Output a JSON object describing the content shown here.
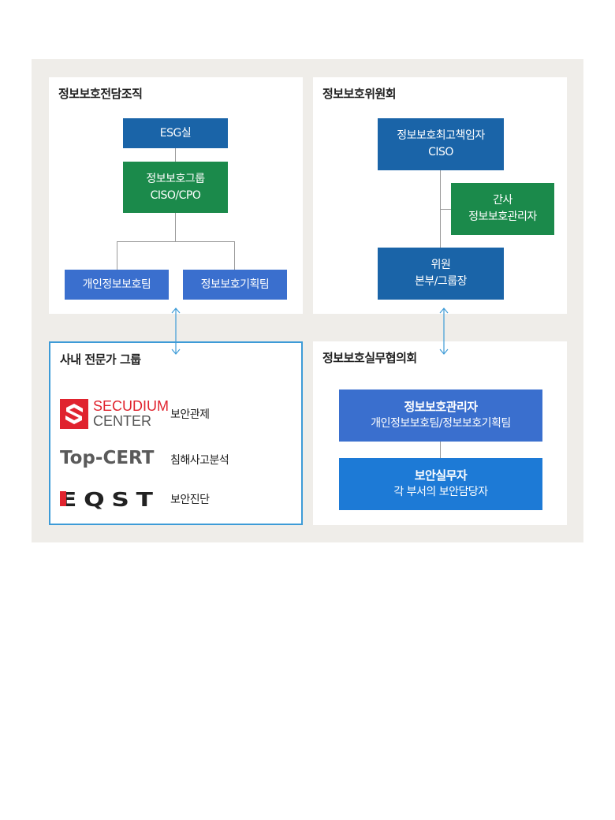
{
  "org_team": {
    "title": "정보보호전담조직",
    "esg": "ESG실",
    "group": [
      "정보보호그룹",
      "CISO/CPO"
    ],
    "team_privacy": "개인정보보호팀",
    "team_planning": "정보보호기획팀"
  },
  "committee": {
    "title": "정보보호위원회",
    "ciso": [
      "정보보호최고책임자",
      "CISO"
    ],
    "secretary": [
      "간사",
      "정보보호관리자"
    ],
    "members": [
      "위원",
      "본부/그룹장"
    ]
  },
  "experts": {
    "title": "사내 전문가 그룹",
    "items": [
      {
        "logo_line1": "SECUDIUM",
        "logo_line2": "CENTER",
        "desc": "보안관제"
      },
      {
        "logo": "Top-CERT",
        "desc": "침해사고분석"
      },
      {
        "logo": "EQST",
        "desc": "보안진단"
      }
    ]
  },
  "council": {
    "title": "정보보호실무협의회",
    "manager": [
      "정보보호관리자",
      "개인정보보호팀/정보보호기획팀"
    ],
    "staff": [
      "보안실무자",
      "각 부서의 보안담당자"
    ]
  },
  "colors": {
    "navy": "#1a64a8",
    "green": "#1b8a4b",
    "blue": "#3a6fce",
    "accent_red": "#e0232e",
    "highlight_border": "#3d9bd7"
  }
}
